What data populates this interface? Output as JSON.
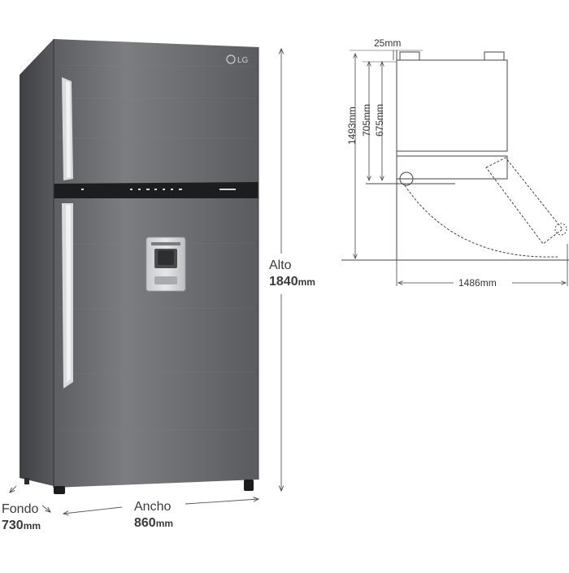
{
  "brand": "LG",
  "fridge": {
    "height": {
      "word": "Alto",
      "value": "1840",
      "unit": "mm"
    },
    "width": {
      "word": "Ancho",
      "value": "860",
      "unit": "mm"
    },
    "depth": {
      "word": "Fondo",
      "value": "730",
      "unit": "mm"
    }
  },
  "door_diagram": {
    "top_clearance": "25mm",
    "depth_total": "1493mm",
    "depth_a": "705mm",
    "depth_b": "675mm",
    "swing_width": "1486mm"
  },
  "colors": {
    "body": "#6e6f72",
    "body_dark": "#505154",
    "panel": "#1c1d1f",
    "line": "#444444"
  }
}
